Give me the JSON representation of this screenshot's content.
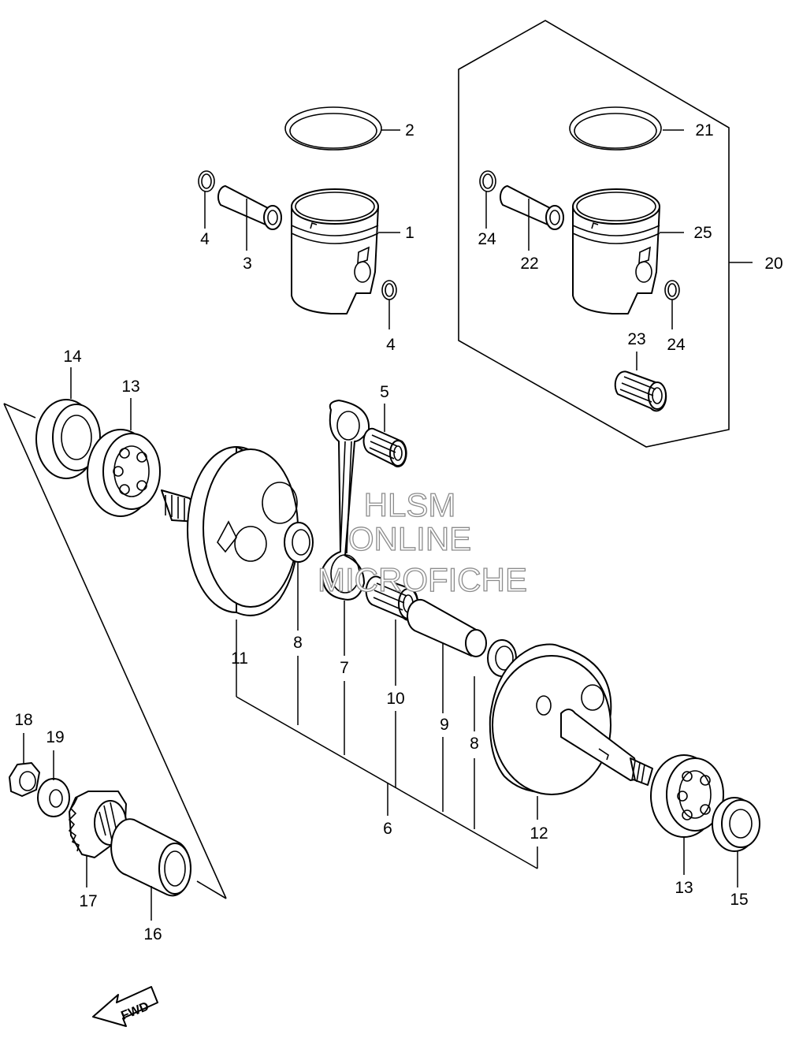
{
  "watermark": {
    "line1": "HLSM",
    "line2": "ONLINE",
    "line3": "MICROFICHE"
  },
  "direction_label": "FWD",
  "callouts": {
    "c1": "1",
    "c2": "2",
    "c3": "3",
    "c4a": "4",
    "c4b": "4",
    "c5": "5",
    "c6": "6",
    "c7": "7",
    "c8a": "8",
    "c8b": "8",
    "c9": "9",
    "c10": "10",
    "c11": "11",
    "c12": "12",
    "c13a": "13",
    "c13b": "13",
    "c14": "14",
    "c15": "15",
    "c16": "16",
    "c17": "17",
    "c18": "18",
    "c19": "19",
    "c20": "20",
    "c21": "21",
    "c22": "22",
    "c23": "23",
    "c24a": "24",
    "c24b": "24",
    "c25": "25"
  }
}
